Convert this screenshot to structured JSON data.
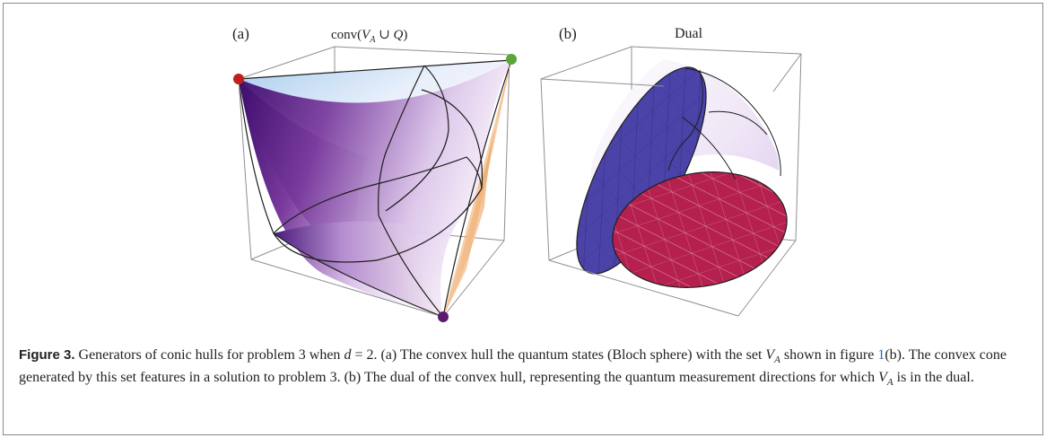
{
  "figure": {
    "panel_a": {
      "label": "(a)",
      "title_prefix": "conv(",
      "title_set1": "V",
      "title_sub": "A",
      "title_union": " ∪ ",
      "title_set2": "Q",
      "title_suffix": ")",
      "corner_colors": {
        "left": "#c0201c",
        "right": "#5aa63a",
        "bottom": "#5b1a6e"
      }
    },
    "panel_b": {
      "label": "(b)",
      "title": "Dual",
      "colors": {
        "blue_disk": "#4b43a8",
        "red_disk": "#b5204e"
      }
    }
  },
  "caption": {
    "fig_num": "Figure 3.",
    "t1": " Generators of conic hulls for problem 3 when ",
    "d_var": "d",
    "t2": " = 2. (a) The convex hull the quantum states (Bloch sphere) with the set ",
    "set": "V",
    "set_sub": "A",
    "t3": " shown in figure ",
    "ref": "1",
    "t4": "(b). The convex cone generated by this set features in a solution to problem 3. (b) The dual of the convex hull, representing the quantum measurement directions for which ",
    "set2": "V",
    "set2_sub": "A",
    "t5": " is in the dual."
  }
}
